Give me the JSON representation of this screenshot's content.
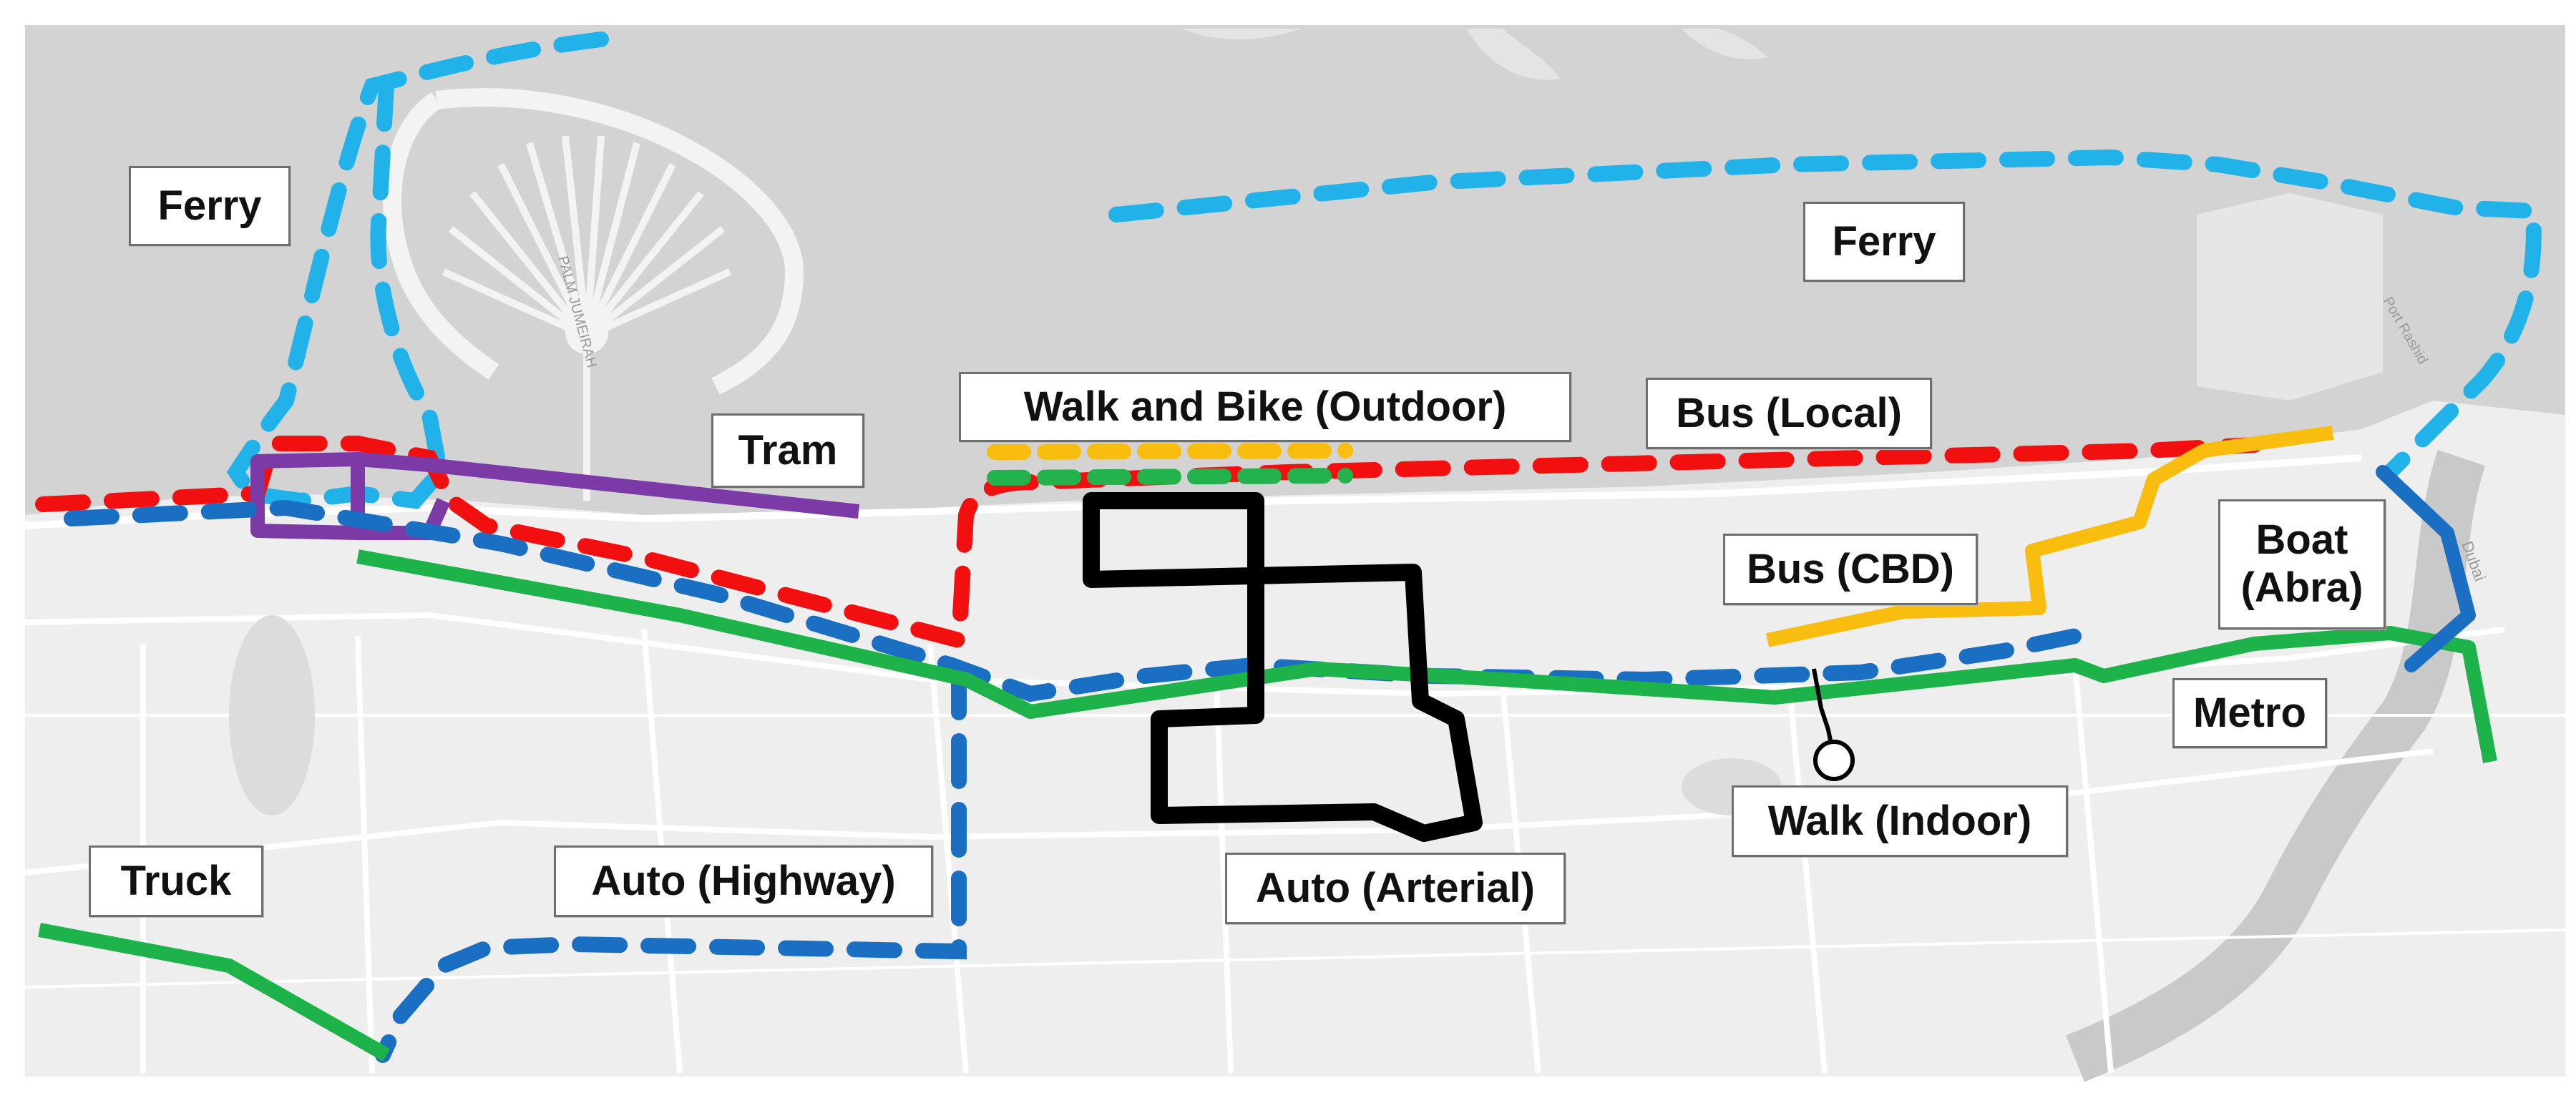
{
  "labels": {
    "ferry_west": "Ferry",
    "ferry_east": "Ferry",
    "tram": "Tram",
    "walk_bike_outdoor": "Walk and Bike (Outdoor)",
    "bus_local": "Bus (Local)",
    "bus_cbd": "Bus (CBD)",
    "boat_abra": "Boat\n(Abra)",
    "metro": "Metro",
    "walk_indoor": "Walk (Indoor)",
    "auto_arterial": "Auto (Arterial)",
    "auto_highway": "Auto (Highway)",
    "truck": "Truck"
  },
  "basemap_text": {
    "palm": "PALM JUMEIRAH",
    "port_rashid": "Port Rashid",
    "dubai": "Dubai"
  },
  "colors": {
    "ferry": "#22b2ea",
    "bus_local": "#f20f0f",
    "tram": "#7b3aa6",
    "walk_bike_yellow": "#f9bd10",
    "walk_bike_green": "#23b24b",
    "bus_cbd": "#f9bd10",
    "boat": "#1a6fc2",
    "metro": "#1db34a",
    "truck": "#1db34a",
    "auto_highway": "#1a6fc2",
    "auto_arterial": "#000000",
    "walk_indoor": "#000000",
    "sea": "#d4d4d4",
    "land": "#ededed",
    "roads": "#ffffff"
  },
  "legend_icons": [
    "walk-indoor-circle-icon"
  ]
}
